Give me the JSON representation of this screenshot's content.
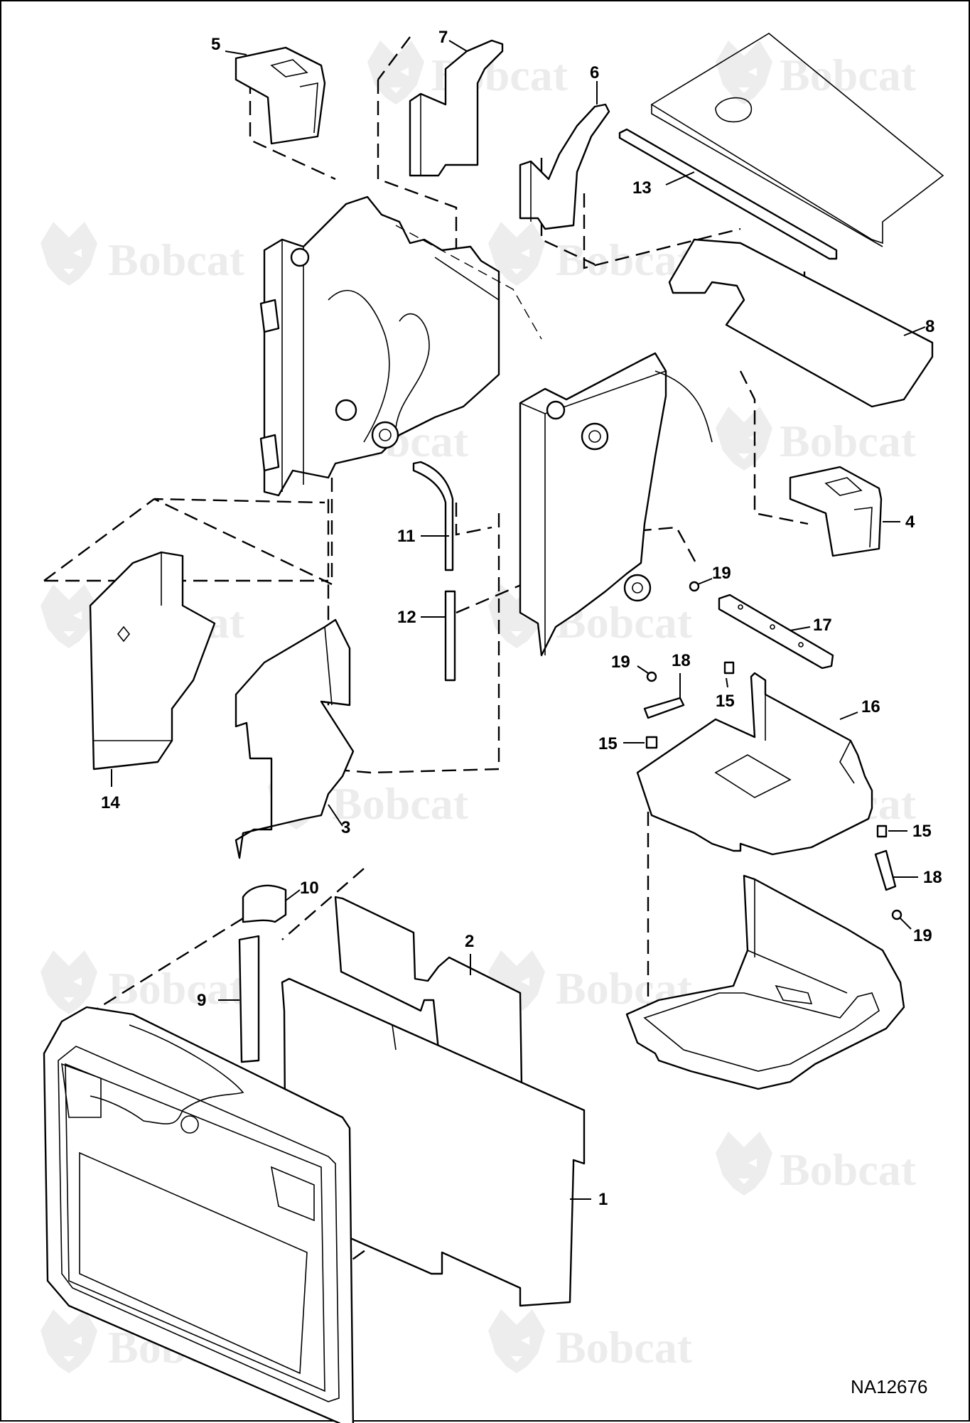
{
  "watermark": {
    "brand": "Bobcat"
  },
  "drawing_id": "NA12676",
  "callouts": [
    {
      "id": "c1",
      "label": "1"
    },
    {
      "id": "c2",
      "label": "2"
    },
    {
      "id": "c3",
      "label": "3"
    },
    {
      "id": "c4",
      "label": "4"
    },
    {
      "id": "c5",
      "label": "5"
    },
    {
      "id": "c6",
      "label": "6"
    },
    {
      "id": "c7",
      "label": "7"
    },
    {
      "id": "c8",
      "label": "8"
    },
    {
      "id": "c9",
      "label": "9"
    },
    {
      "id": "c10",
      "label": "10"
    },
    {
      "id": "c11",
      "label": "11"
    },
    {
      "id": "c12",
      "label": "12"
    },
    {
      "id": "c13",
      "label": "13"
    },
    {
      "id": "c14",
      "label": "14"
    },
    {
      "id": "c15a",
      "label": "15"
    },
    {
      "id": "c15b",
      "label": "15"
    },
    {
      "id": "c15c",
      "label": "15"
    },
    {
      "id": "c16",
      "label": "16"
    },
    {
      "id": "c17",
      "label": "17"
    },
    {
      "id": "c18a",
      "label": "18"
    },
    {
      "id": "c18b",
      "label": "18"
    },
    {
      "id": "c19a",
      "label": "19"
    },
    {
      "id": "c19b",
      "label": "19"
    },
    {
      "id": "c19c",
      "label": "19"
    }
  ]
}
